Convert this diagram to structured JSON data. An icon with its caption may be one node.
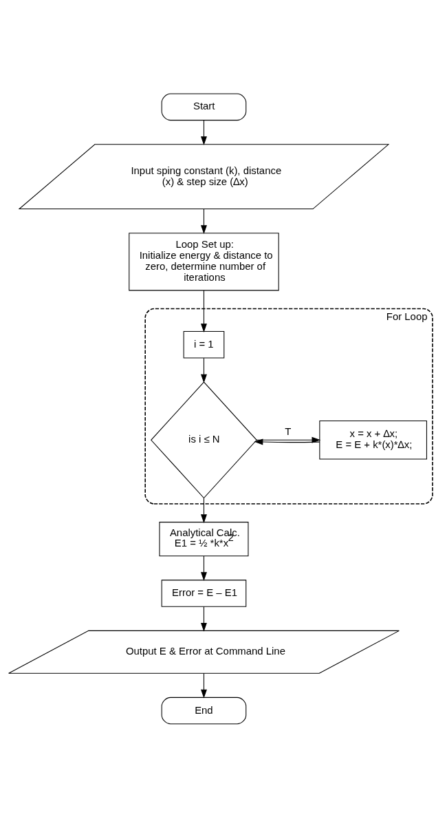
{
  "diagram": {
    "nodes": [
      {
        "text": [
          "Start"
        ]
      },
      {
        "text": [
          "Input sping constant (k), distance (x) & step size (∆x)"
        ]
      },
      {
        "text": [
          "Loop Set up:",
          "Initialize energy & distance to zero, determine number of iterations"
        ]
      },
      {
        "text": [
          "For Loop"
        ]
      },
      {
        "text": [
          "i = 1"
        ],
        "in": 3
      },
      {
        "text": [
          "is i ≤ N"
        ],
        "in": 3
      },
      {
        "text": [
          "x = x + ∆x; E = E + k*(x)*∆x;"
        ],
        "in": 3
      },
      {
        "text": [
          "Analytical Calc.",
          "E1 = ½ *k*x$^{2}$"
        ]
      },
      {
        "text": [
          "Error = E – E1"
        ]
      },
      {
        "text": [
          "Output E & Error at Command Line"
        ]
      },
      {
        "text": [
          "End"
        ]
      }
    ],
    "edges": [
      {
        "from": 0,
        "to": 1,
        "arrow": "to"
      },
      {
        "from": 1,
        "to": 2,
        "arrow": "to"
      },
      {
        "from": 2,
        "to": 4,
        "arrow": "to"
      },
      {
        "from": 4,
        "to": 5,
        "arrow": "to"
      },
      {
        "from": 5,
        "to": 6,
        "arrow": "to",
        "label": "T"
      },
      {
        "from": 6,
        "to": 5,
        "arrow": "to"
      },
      {
        "from": 5,
        "to": 7,
        "arrow": "to"
      },
      {
        "from": 7,
        "to": 8,
        "arrow": "to"
      },
      {
        "from": 8,
        "to": 9,
        "arrow": "to"
      },
      {
        "from": 9,
        "to": 10,
        "arrow": "to"
      }
    ]
  }
}
